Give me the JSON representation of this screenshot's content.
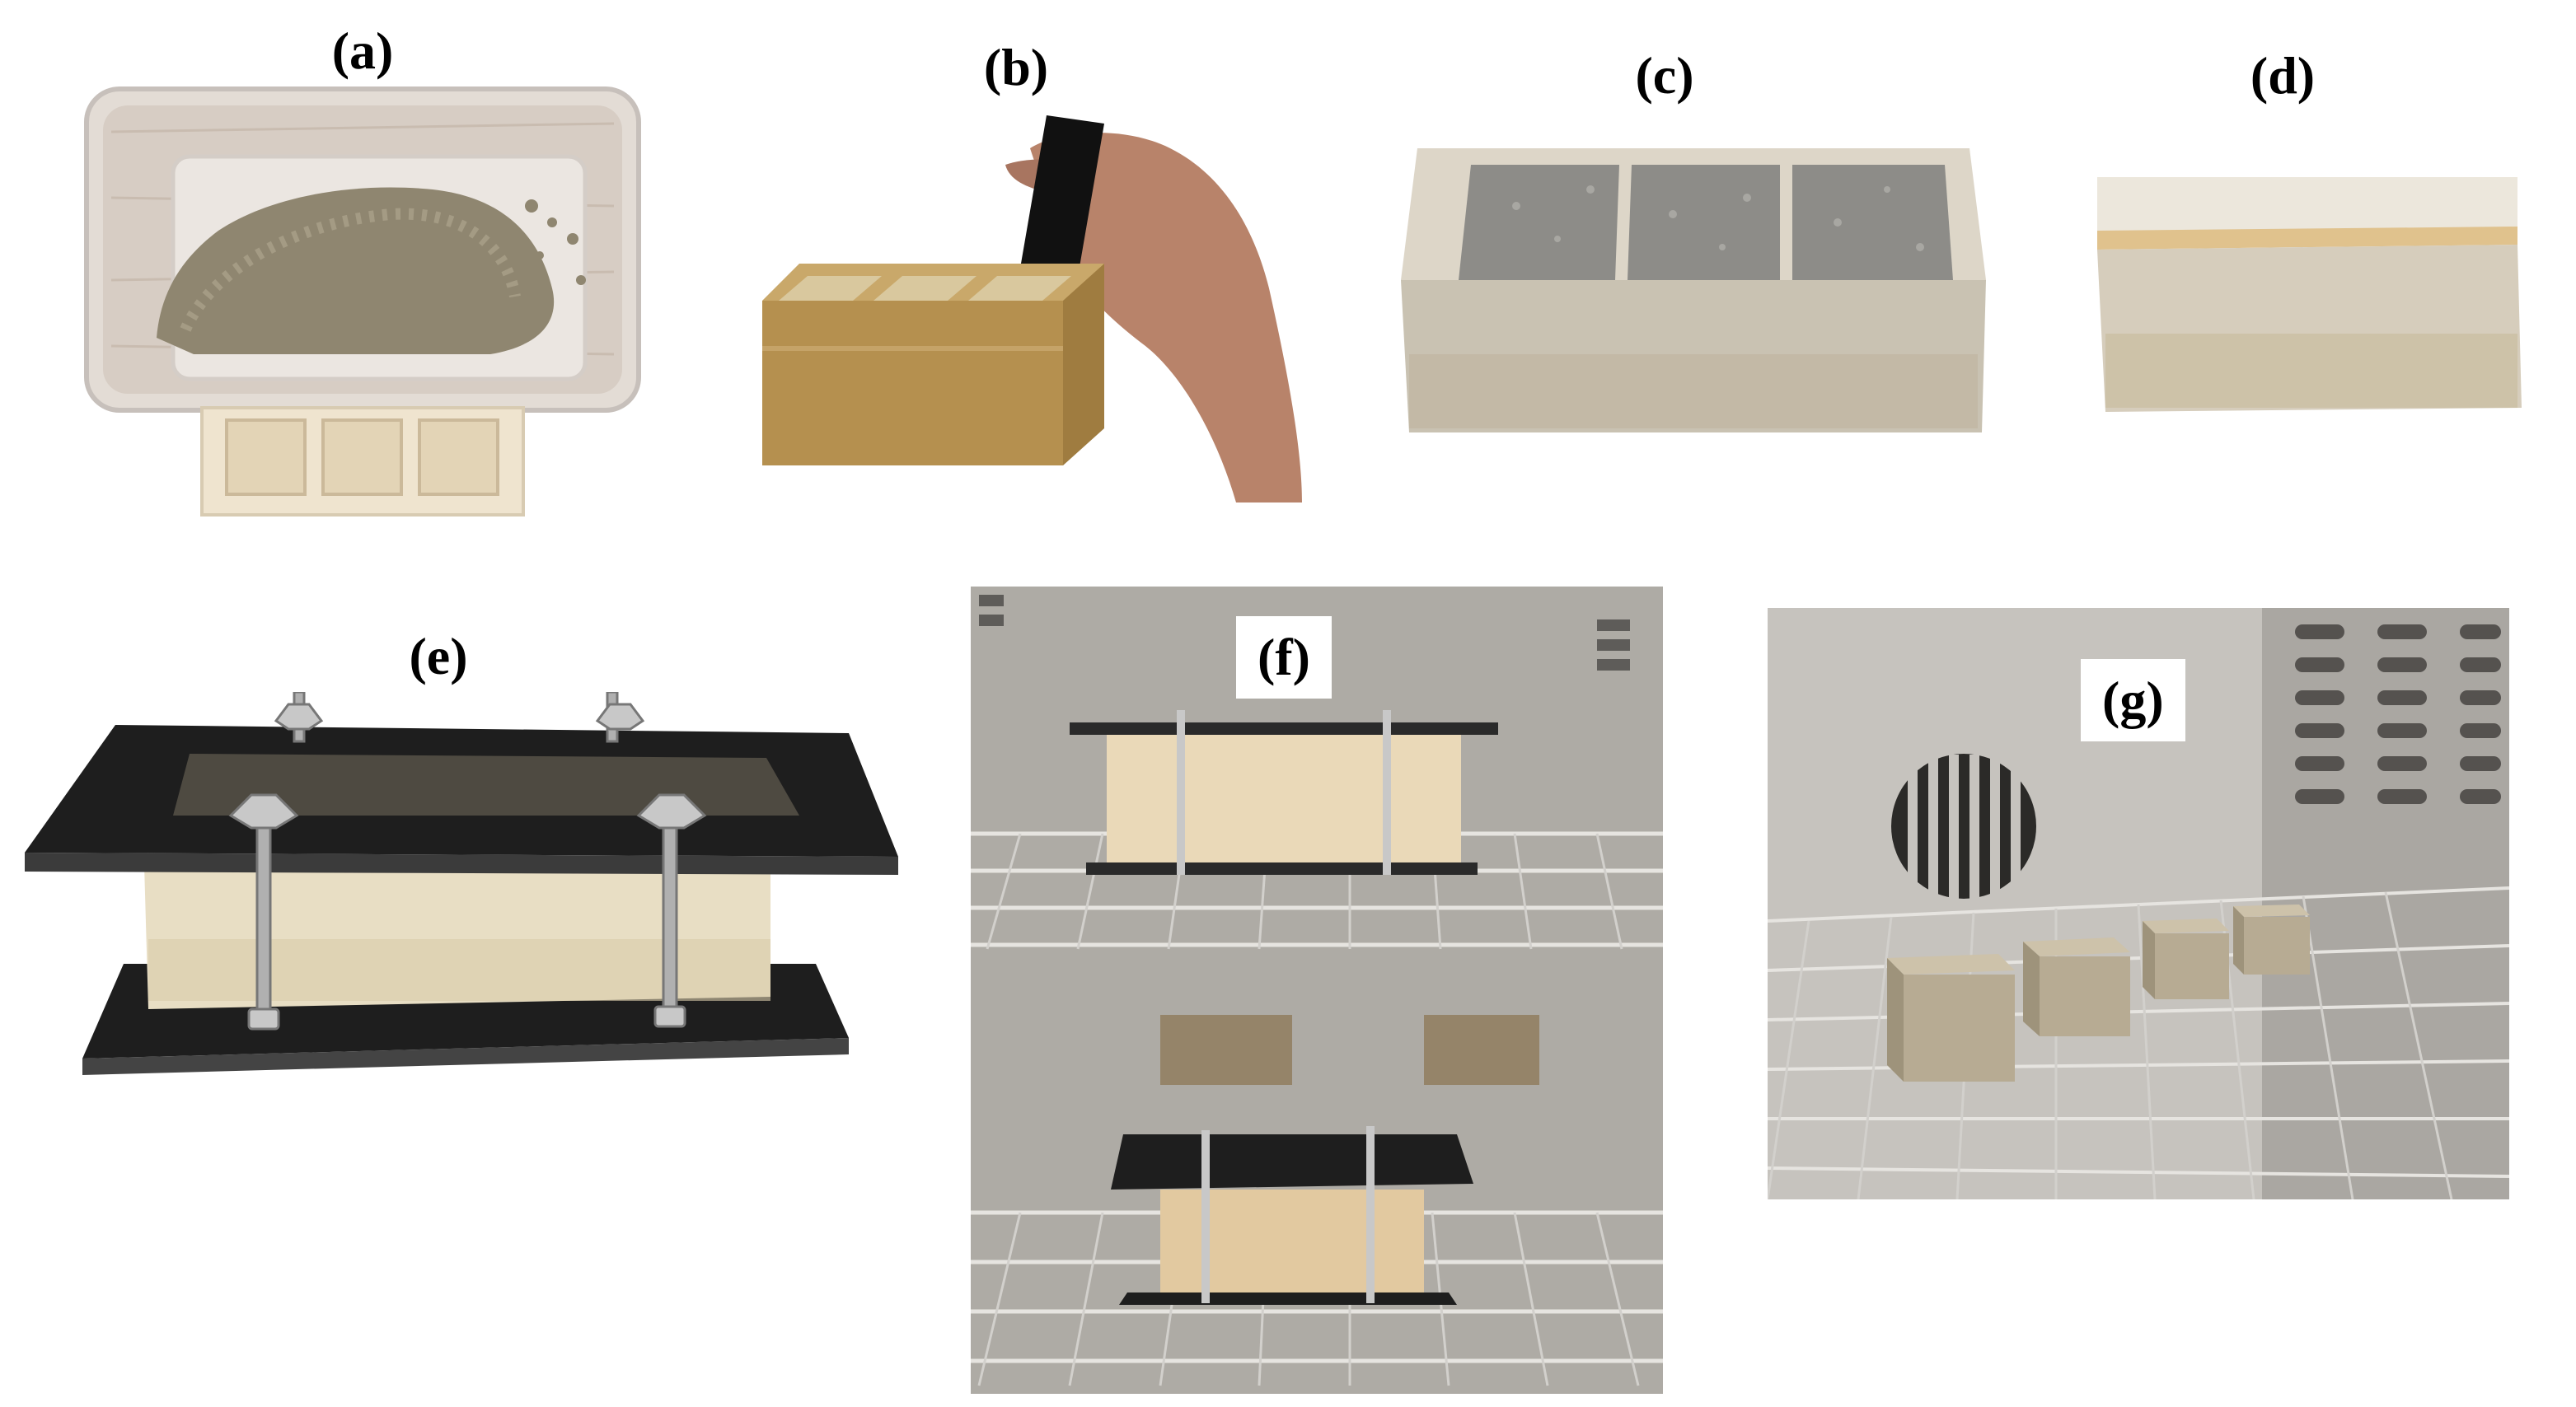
{
  "figure": {
    "panels": [
      {
        "id": "a",
        "label": "(a)"
      },
      {
        "id": "b",
        "label": "(b)"
      },
      {
        "id": "c",
        "label": "(c)"
      },
      {
        "id": "d",
        "label": "(d)"
      },
      {
        "id": "e",
        "label": "(e)"
      },
      {
        "id": "f",
        "label": "(f)"
      },
      {
        "id": "g",
        "label": "(g)"
      }
    ]
  },
  "colors": {
    "soil": "#8f8670",
    "mold_cream": "#ece2cc",
    "mold_amber": "#c9a86a",
    "steel_plate": "#1e1e1e",
    "oven_steel": "#b9b6b1",
    "specimen": "#b7ab93"
  }
}
